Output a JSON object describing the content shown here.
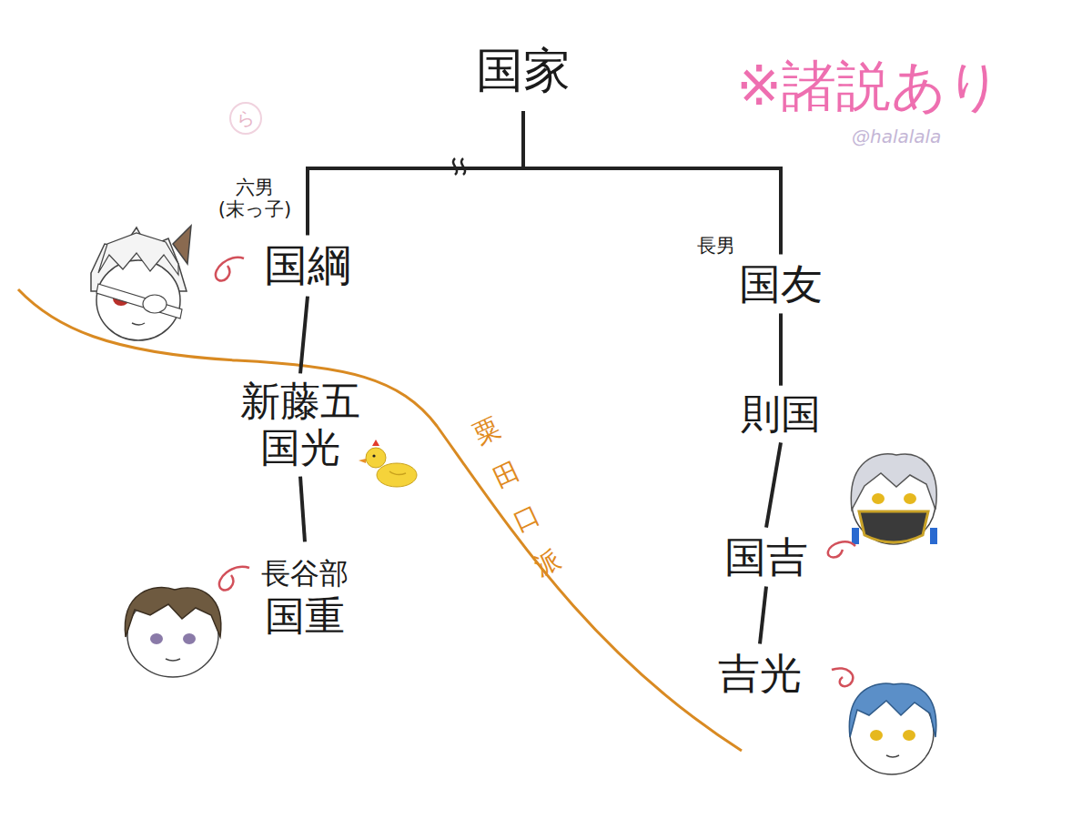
{
  "diagram": {
    "nodes": [
      {
        "text": [
          "国家"
        ]
      },
      {
        "text": [
          "六男 (末っ子)",
          "国綱"
        ]
      },
      {
        "text": [
          "新藤五 国光"
        ]
      },
      {
        "text": [
          "長谷部 国重"
        ]
      },
      {
        "text": [
          "長男",
          "国友"
        ]
      },
      {
        "text": [
          "則国"
        ]
      },
      {
        "text": [
          "国吉"
        ]
      },
      {
        "text": [
          "吉光"
        ]
      }
    ],
    "edges": [
      {
        "from": 0,
        "to": 1,
        "arrow": "none"
      },
      {
        "from": 0,
        "to": 4,
        "arrow": "none"
      },
      {
        "from": 1,
        "to": 2,
        "arrow": "none"
      },
      {
        "from": 2,
        "to": 3,
        "arrow": "none"
      },
      {
        "from": 4,
        "to": 5,
        "arrow": "none"
      },
      {
        "from": 5,
        "to": 6,
        "arrow": "none"
      },
      {
        "from": 6,
        "to": 7,
        "arrow": "none"
      }
    ],
    "labels": [
      "※諸説あり",
      "@halalala",
      "ら",
      "粟田口派"
    ]
  }
}
